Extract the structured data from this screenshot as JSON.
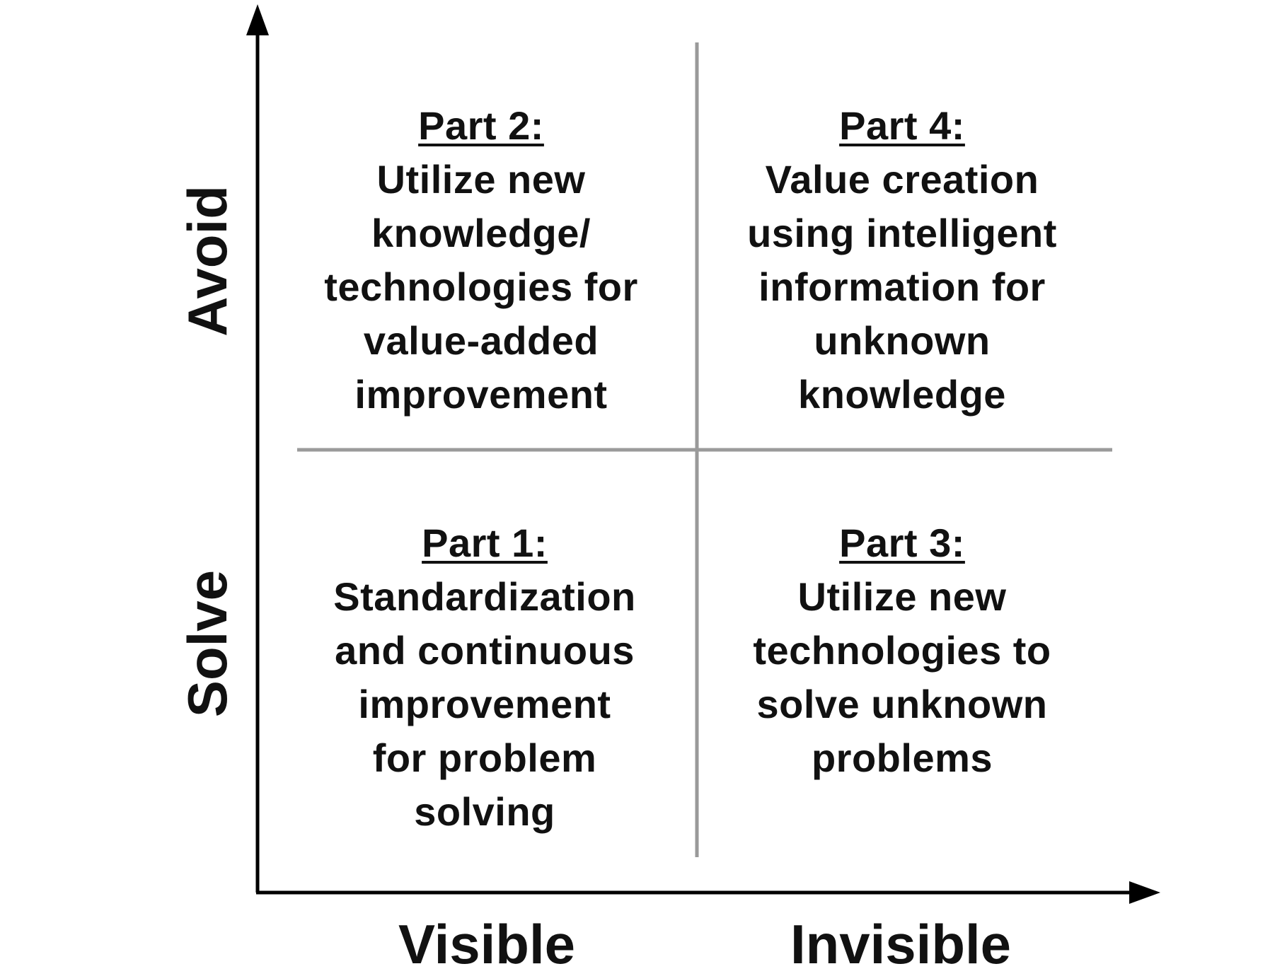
{
  "axes": {
    "x_labels": [
      "Visible",
      "Invisible"
    ],
    "y_labels": [
      "Avoid",
      "Solve"
    ]
  },
  "quadrants": {
    "top_left": {
      "title": "Part 2:",
      "lines": [
        "Utilize new",
        "knowledge/",
        "technologies for",
        "value-added",
        "improvement"
      ]
    },
    "top_right": {
      "title": "Part 4:",
      "lines": [
        "Value creation",
        "using intelligent",
        "information for",
        "unknown",
        "knowledge"
      ]
    },
    "bottom_left": {
      "title": "Part 1:",
      "lines": [
        "Standardization",
        "and continuous",
        "improvement",
        "for problem",
        "solving"
      ]
    },
    "bottom_right": {
      "title": "Part 3:",
      "lines": [
        "Utilize new",
        "technologies to",
        "solve unknown",
        "problems"
      ]
    }
  },
  "colors": {
    "axis": "#000000",
    "divider": "#9a9a9a",
    "text": "#111111"
  }
}
